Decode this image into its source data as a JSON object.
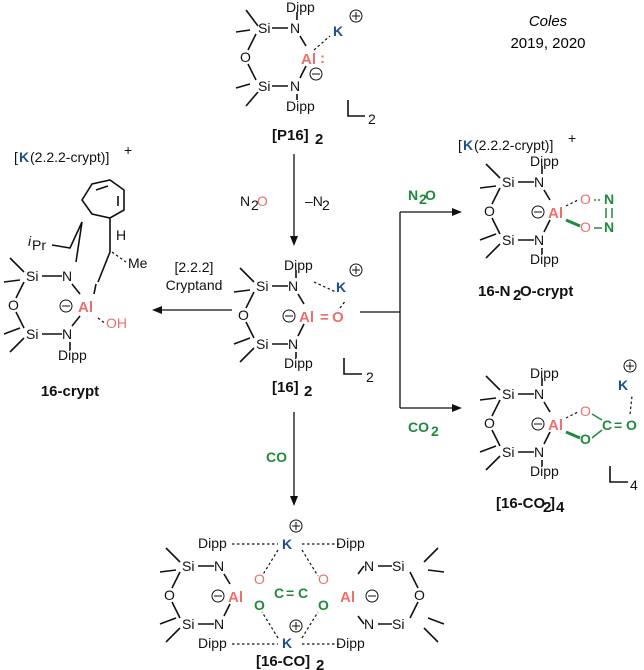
{
  "corner": {
    "author": "Coles",
    "years": "2019, 2020"
  },
  "atoms": {
    "si": "Si",
    "n": "N",
    "o": "O",
    "al": "Al",
    "k": "K",
    "c": "C",
    "dipp": "Dipp",
    "me": "Me",
    "h": "H",
    "oh": "OH",
    "ipr": "Pr",
    "ipr_sup": "i"
  },
  "compounds": {
    "p16": {
      "label": "[P16]",
      "sub": "2",
      "n": "2",
      "al_lone": ":"
    },
    "c16": {
      "label": "[16]",
      "sub": "2",
      "n": "2"
    },
    "crypt": {
      "label": "16-crypt"
    },
    "n2o": {
      "label_pre": "16-N",
      "label_sub": "2",
      "label_post": "O-crypt"
    },
    "co2": {
      "label_pre": "[16-CO",
      "label_sub": "2",
      "label_post": "]",
      "label_sub2": "4",
      "n": "4"
    },
    "co": {
      "label_pre": "[16-CO]",
      "label_sub": "2"
    }
  },
  "cation": {
    "pre": "[",
    "k": "K",
    "post": "(2.2.2-crypt)]",
    "sup": "+"
  },
  "reagents": {
    "n2o": {
      "n": "N",
      "sub": "2",
      "o": "O",
      "minus": "–N",
      "minus_sub": "2"
    },
    "cryptand": {
      "line1": "[2.2.2]",
      "line2": "Cryptand"
    },
    "n2o_green": {
      "n": "N",
      "sub": "2",
      "o": "O"
    },
    "co2_green": {
      "pre": "CO",
      "sub": "2"
    },
    "co_green": "CO"
  },
  "bonds": {
    "al_eq_o": "=",
    "c_eq_o": "=",
    "c_eq_c": "="
  }
}
